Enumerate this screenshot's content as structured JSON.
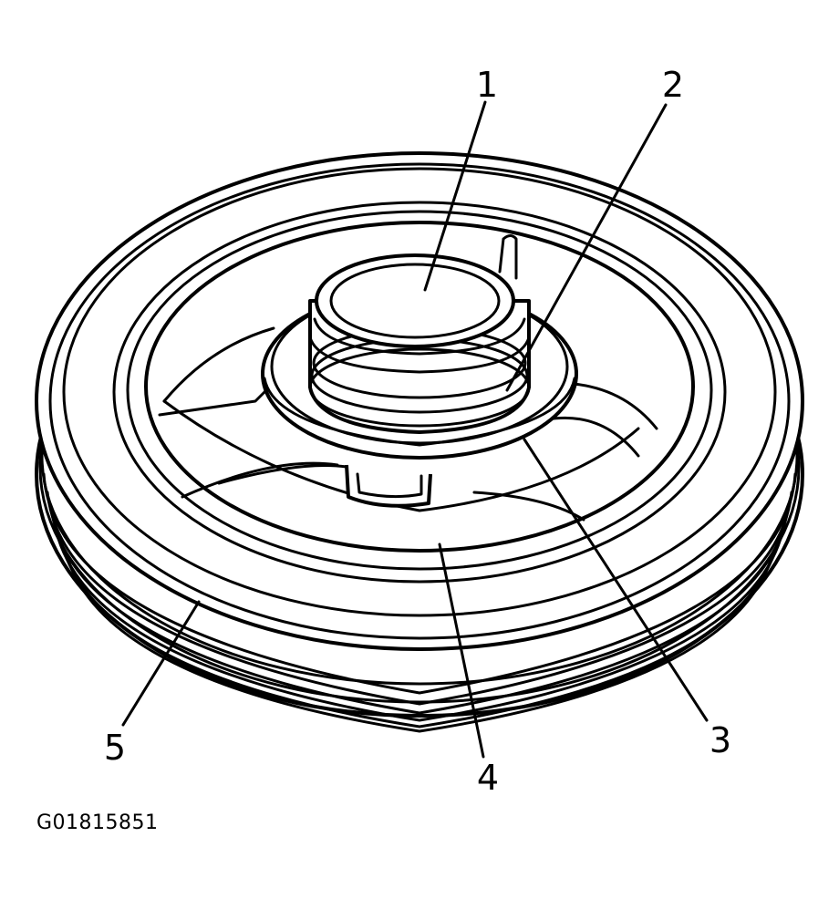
{
  "figure_id": "G01815851",
  "callouts": [
    {
      "id": "1",
      "label": "1"
    },
    {
      "id": "2",
      "label": "2"
    },
    {
      "id": "3",
      "label": "3"
    },
    {
      "id": "4",
      "label": "4"
    },
    {
      "id": "5",
      "label": "5"
    }
  ],
  "colors": {
    "ink": "#000000",
    "paper": "#ffffff"
  }
}
